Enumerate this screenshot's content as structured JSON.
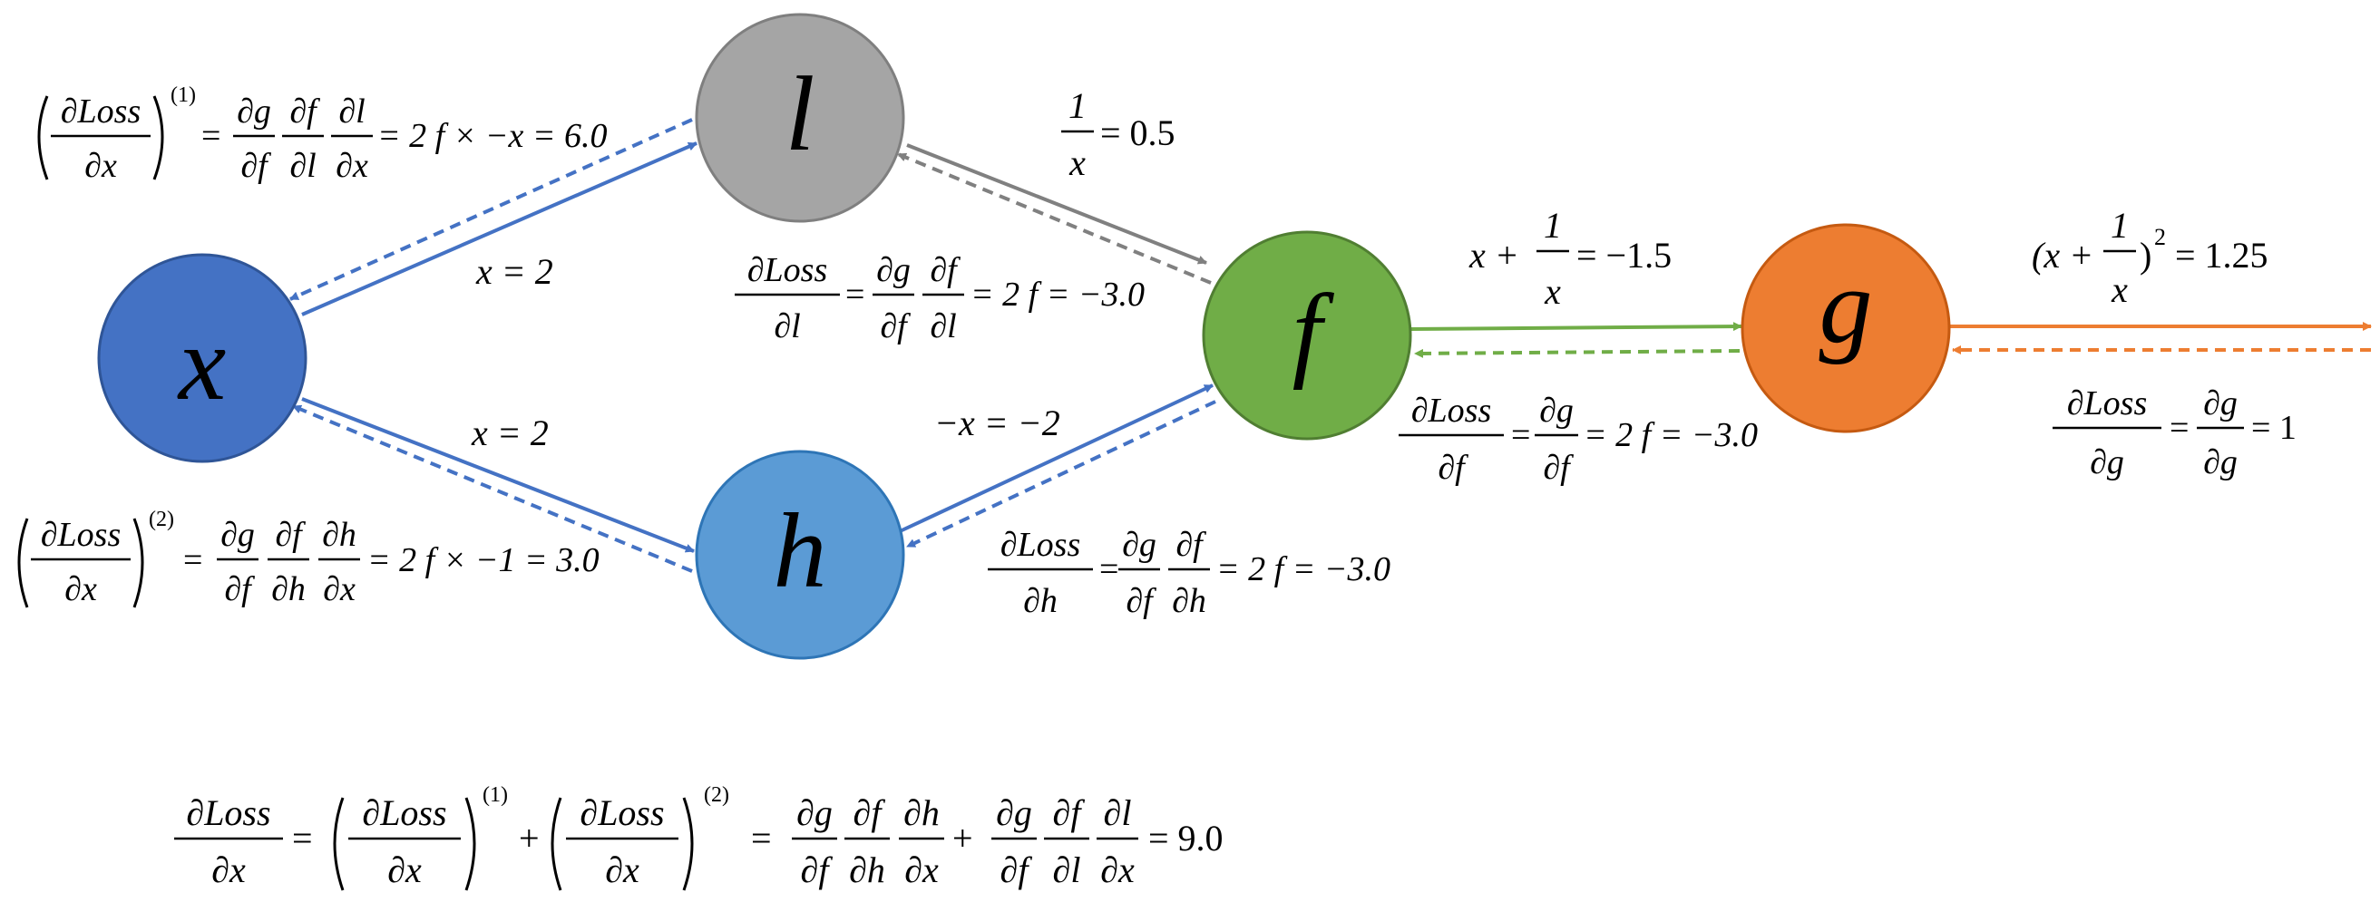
{
  "nodes": {
    "x": {
      "label": "x",
      "fill": "#4472C4",
      "stroke": "#2F5597"
    },
    "l": {
      "label": "l",
      "fill": "#A5A5A5",
      "stroke": "#7F7F7F"
    },
    "h": {
      "label": "h",
      "fill": "#5B9BD5",
      "stroke": "#2E75B6"
    },
    "f": {
      "label": "f",
      "fill": "#70AD47",
      "stroke": "#507E32"
    },
    "g": {
      "label": "g",
      "fill": "#ED7D31",
      "stroke": "#C55A11"
    }
  },
  "edge_colors": {
    "x_l": "#4472C4",
    "x_h": "#4472C4",
    "l_f": "#808080",
    "h_f": "#4472C4",
    "f_g": "#70AD47",
    "g_out": "#ED7D31"
  },
  "labels": {
    "x_to_l_forward": "x = 2",
    "x_to_h_forward": "x = 2",
    "l_to_f_forward": {
      "numerator": "1",
      "denominator": "x",
      "value": "= 0.5"
    },
    "h_to_f_forward": "−x = −2",
    "f_to_g_forward": {
      "prefix": "x +",
      "numerator": "1",
      "denominator": "x",
      "value": "= −1.5"
    },
    "g_output_forward": {
      "open": "(x +",
      "numerator": "1",
      "denominator": "x",
      "close": ")",
      "power": "2",
      "value": "= 1.25"
    },
    "grad_g": {
      "numerator": "∂Loss",
      "denominator": "∂g",
      "eq": "=",
      "numerator2": "∂g",
      "denominator2": "∂g",
      "value": "= 1"
    },
    "grad_f": {
      "numerator": "∂Loss",
      "denominator": "∂f",
      "eq": "=",
      "numerator2": "∂g",
      "denominator2": "∂f",
      "value": "= 2 f = −3.0"
    },
    "grad_l": {
      "numerator": "∂Loss",
      "denominator": "∂l",
      "eq": "=",
      "frac1_num": "∂g",
      "frac1_den": "∂f",
      "frac2_num": "∂f",
      "frac2_den": "∂l",
      "value": "= 2 f = −3.0"
    },
    "grad_h": {
      "numerator": "∂Loss",
      "denominator": "∂h",
      "eq": "=",
      "frac1_num": "∂g",
      "frac1_den": "∂f",
      "frac2_num": "∂f",
      "frac2_den": "∂h",
      "value": "= 2 f = −3.0"
    },
    "grad_x1": {
      "numerator": "∂Loss",
      "denominator": "∂x",
      "superscript": "(1)",
      "eq": "=",
      "frac1_num": "∂g",
      "frac1_den": "∂f",
      "frac2_num": "∂f",
      "frac2_den": "∂l",
      "frac3_num": "∂l",
      "frac3_den": "∂x",
      "value": "= 2 f × −x = 6.0"
    },
    "grad_x2": {
      "numerator": "∂Loss",
      "denominator": "∂x",
      "superscript": "(2)",
      "eq": "=",
      "frac1_num": "∂g",
      "frac1_den": "∂f",
      "frac2_num": "∂f",
      "frac2_den": "∂h",
      "frac3_num": "∂h",
      "frac3_den": "∂x",
      "value": "= 2 f × −1 = 3.0"
    },
    "total": {
      "lhs_num": "∂Loss",
      "lhs_den": "∂x",
      "eq1": "=",
      "t1_num": "∂Loss",
      "t1_den": "∂x",
      "t1_sup": "(1)",
      "plus1": "+",
      "t2_num": "∂Loss",
      "t2_den": "∂x",
      "t2_sup": "(2)",
      "eq2": "=",
      "a_num": "∂g",
      "a_den": "∂f",
      "b_num": "∂f",
      "b_den": "∂h",
      "c_num": "∂h",
      "c_den": "∂x",
      "plus2": "+",
      "d_num": "∂g",
      "d_den": "∂f",
      "e_num": "∂f",
      "e_den": "∂l",
      "k_num": "∂l",
      "k_den": "∂x",
      "value": "= 9.0"
    }
  }
}
